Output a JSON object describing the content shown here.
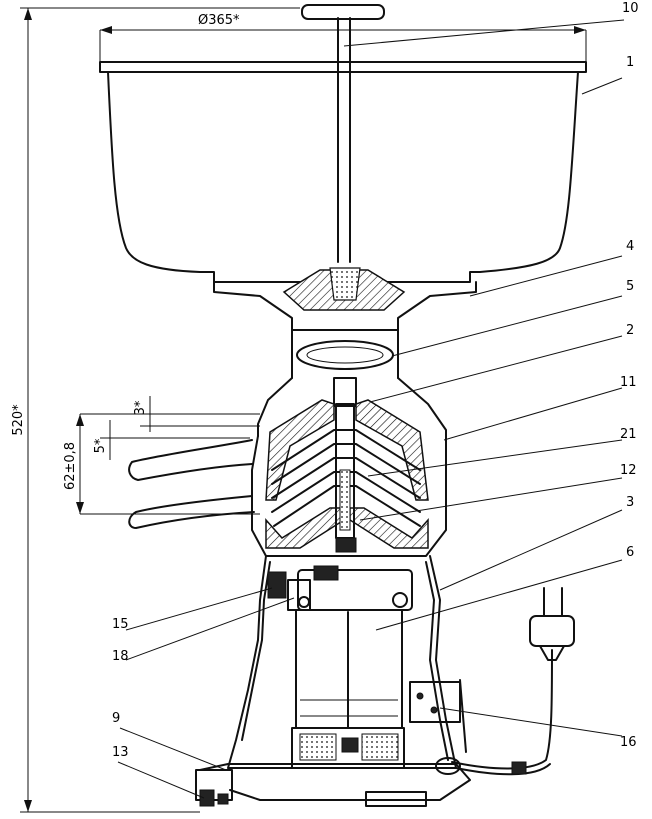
{
  "dimensions": {
    "diameter": "Ø365*",
    "height": "520*",
    "range": "62±0,8",
    "gap_top": "3*",
    "gap_mid": "5*"
  },
  "callouts": [
    "10",
    "1",
    "4",
    "5",
    "2",
    "11",
    "21",
    "12",
    "3",
    "6",
    "16",
    "15",
    "18",
    "9",
    "13"
  ]
}
